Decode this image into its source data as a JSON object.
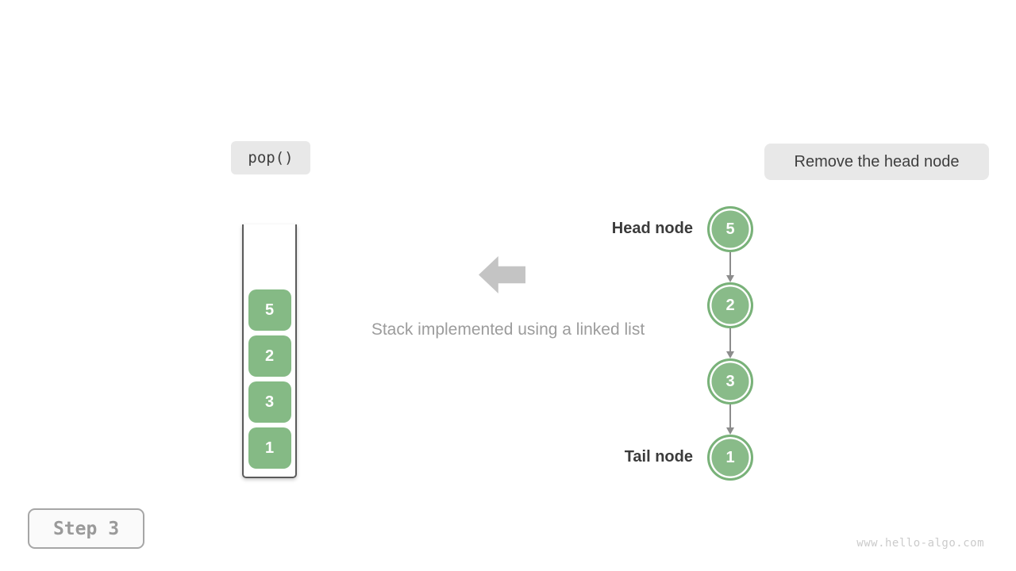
{
  "operation_label": "pop()",
  "annotation_label": "Remove the head node",
  "caption": "Stack implemented using a linked list",
  "stack": {
    "items_top_to_bottom": [
      "5",
      "2",
      "3",
      "1"
    ]
  },
  "linked_list": {
    "head_label": "Head node",
    "tail_label": "Tail node",
    "nodes_head_to_tail": [
      "5",
      "2",
      "3",
      "1"
    ]
  },
  "step_badge": "Step 3",
  "watermark": "www.hello-algo.com",
  "colors": {
    "green_fill": "#85ba85",
    "green_border": "#79b279",
    "label_bg": "#e8e8e8",
    "block_arrow": "#c4c4c4",
    "connector": "#8c8c8c",
    "dark_text": "#3c3c3c",
    "muted_text": "#9c9c9c"
  }
}
